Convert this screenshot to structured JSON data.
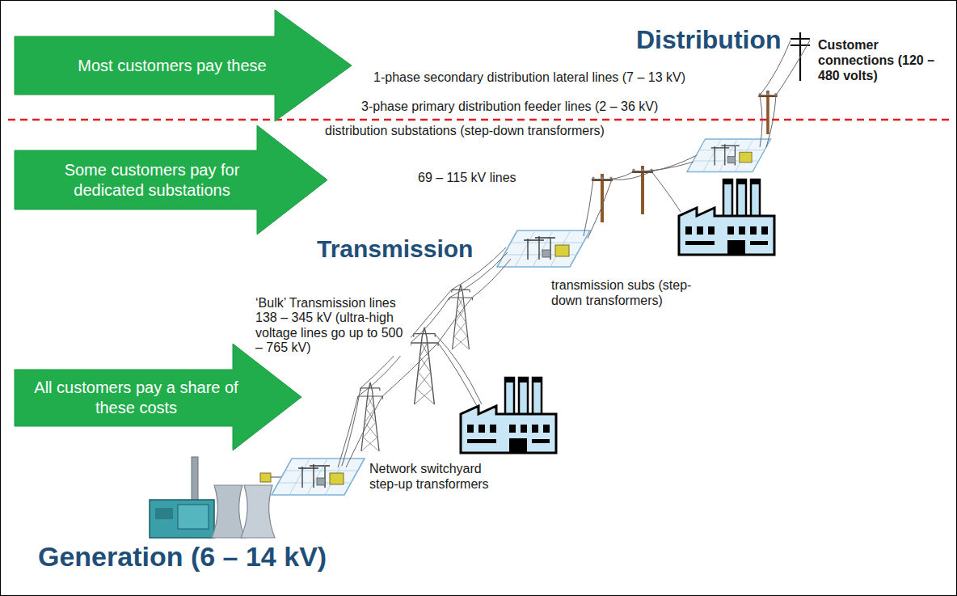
{
  "diagram": {
    "nodes": [
      {
        "text": [
          "Most customers pay these"
        ]
      },
      {
        "text": [
          "Some customers pay for dedicated substations"
        ]
      },
      {
        "text": [
          "All customers pay a share of these costs"
        ]
      }
    ],
    "labels": [
      "Distribution",
      "1-phase secondary distribution lateral lines (7 – 13 kV)",
      "Customer connections (120 – 480 volts)",
      "3-phase primary distribution feeder lines (2 – 36 kV)",
      "distribution substations (step-down transformers)",
      "69 – 115 kV lines",
      "Transmission",
      "transmission subs (step-down transformers)",
      "‘Bulk’ Transmission lines 138 – 345 kV (ultra-high voltage lines go up to 500 – 765 kV)",
      "Network switchyard step-up transformers",
      "Generation (6 – 14 kV)"
    ]
  }
}
